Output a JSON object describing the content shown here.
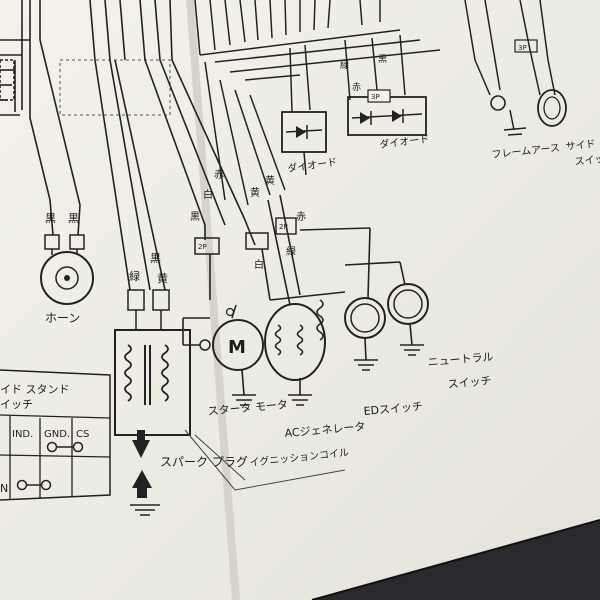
{
  "labels": {
    "horn": "ホーン",
    "starter_motor": "スタータ モータ",
    "ac_generator": "ACジェネレータ",
    "ed_switch": "EDスイッチ",
    "neutral_switch_line1": "ニュートラル",
    "neutral_switch_line2": "スイッチ",
    "spark_plug": "スパーク プラグ",
    "ignition_coil": "イグニッションコイル",
    "diode_left": "ダイオード",
    "diode_right": "ダイオード",
    "frame_earth": "フレームアース",
    "side_switch_partial": "サイド",
    "side_switch_partial2": "スイッ",
    "motor_symbol": "M",
    "connector_2p_a": "2P",
    "connector_2p_b": "2P",
    "connector_3p": "3P",
    "connector_3p_b": "3P"
  },
  "wire_colors": {
    "horn_left": "黒",
    "horn_right": "黒",
    "coil_green": "緑",
    "coil_black": "黒",
    "coil_yellow": "黄",
    "starter_black": "黒",
    "starter_white": "白",
    "starter_red": "赤",
    "gen_yellow_a": "黄",
    "gen_yellow_b": "黄",
    "gen_green": "緑",
    "gen_white": "白",
    "gen_red": "赤",
    "diode_green": "緑",
    "diode_red": "赤",
    "diode_black": "黒"
  },
  "switch_table": {
    "title_line1": "イド スタンド",
    "title_line2": "イッチ",
    "columns": [
      "IND.",
      "GND.",
      "CS"
    ],
    "row_label": "N"
  }
}
